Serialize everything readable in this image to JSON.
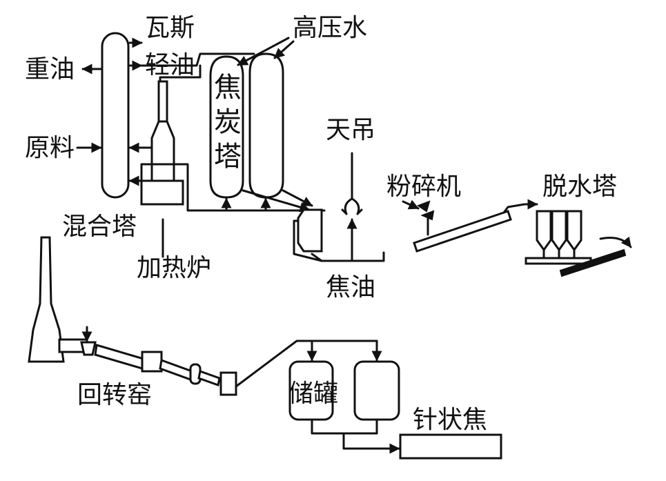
{
  "labels": {
    "heavy_oil": "重油",
    "gas": "瓦斯",
    "light_oil": "轻油",
    "high_pressure_water": "高压水",
    "raw_material": "原料",
    "mixing_tower": "混合塔",
    "heating_furnace": "加热炉",
    "coke_tower": "焦炭塔",
    "crane": "天吊",
    "crusher": "粉碎机",
    "dewatering_tower": "脱水塔",
    "coke_oil": "焦油",
    "rotary_kiln": "回转窑",
    "storage_tank": "储罐",
    "needle_coke": "针状焦"
  }
}
